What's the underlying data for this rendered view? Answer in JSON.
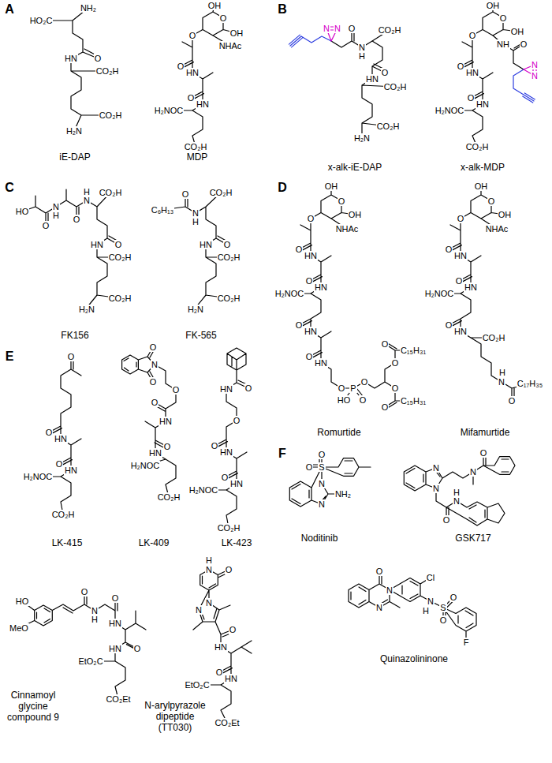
{
  "diagram": {
    "labels": [
      "A",
      "HO₂C",
      "NH₂",
      "O",
      "HN",
      "CO₂H",
      "CO₂H",
      "H₂N",
      "iE-DAP",
      "OH",
      "O",
      "OH",
      "NHAc",
      "O",
      "O",
      "HN",
      "O",
      "HN",
      "H₂NOC",
      "CO₂H",
      "MDP",
      "B",
      "N",
      "N",
      "O",
      "N",
      "H",
      "CO₂H",
      "O",
      "HN",
      "CO₂H",
      "CO₂H",
      "H₂N",
      "x-alk-iE-DAP",
      "OH",
      "O",
      "OH",
      "NH",
      "O",
      "N",
      "N",
      "O",
      "O",
      "HN",
      "O",
      "HN",
      "H₂NOC",
      "CO₂H",
      "x-alk-MDP",
      "C",
      "HO",
      "O",
      "N",
      "H",
      "O",
      "N",
      "H",
      "CO₂H",
      "O",
      "HN",
      "CO₂H",
      "CO₂H",
      "H₂N",
      "FK156",
      "C₆H₁₃",
      "O",
      "N",
      "H",
      "CO₂H",
      "O",
      "HN",
      "CO₂H",
      "CO₂H",
      "H₂N",
      "FK-565",
      "D",
      "OH",
      "O",
      "OH",
      "NHAc",
      "O",
      "O",
      "HN",
      "O",
      "HN",
      "H₂NOC",
      "O",
      "HN",
      "O",
      "HN",
      "O",
      "P",
      "HO",
      "O",
      "O",
      "O",
      "O",
      "C₁₅H₃₁",
      "O",
      "O",
      "C₁₅H₃₁",
      "Romurtide",
      "OH",
      "O",
      "OH",
      "NHAc",
      "O",
      "O",
      "HN",
      "O",
      "HN",
      "H₂NOC",
      "O",
      "HN",
      "CO₂H",
      "N",
      "H",
      "O",
      "C₁₇H₃₅",
      "Mifamurtide",
      "E",
      "O",
      "O",
      "HN",
      "O",
      "HN",
      "H₂NOC",
      "CO₂H",
      "LK-415",
      "O",
      "N",
      "O",
      "O",
      "O",
      "HN",
      "O",
      "HN",
      "H₂NOC",
      "CO₂H",
      "LK-409",
      "O",
      "HN",
      "O",
      "O",
      "HN",
      "O",
      "HN",
      "H₂NOC",
      "CO₂H",
      "LK-423",
      "HO",
      "MeO",
      "O",
      "N",
      "H",
      "O",
      "HN",
      "O",
      "HN",
      "EtO₂C",
      "CO₂Et",
      "Cinnamoyl glycine compound 9",
      "H",
      "N",
      "O",
      "N",
      "N",
      "O",
      "HN",
      "O",
      "HN",
      "EtO₂C",
      "CO₂Et",
      "N-arylpyrazole dipeptide (TT030)",
      "F",
      "O",
      "O",
      "S",
      "N",
      "N",
      "NH₂",
      "Noditinib",
      "N",
      "N",
      "N",
      "O",
      "O",
      "N",
      "H",
      "GSK717",
      "O",
      "N",
      "N",
      "Cl",
      "N",
      "H",
      "S",
      "O",
      "O",
      "F",
      "Quinazolininone"
    ]
  }
}
